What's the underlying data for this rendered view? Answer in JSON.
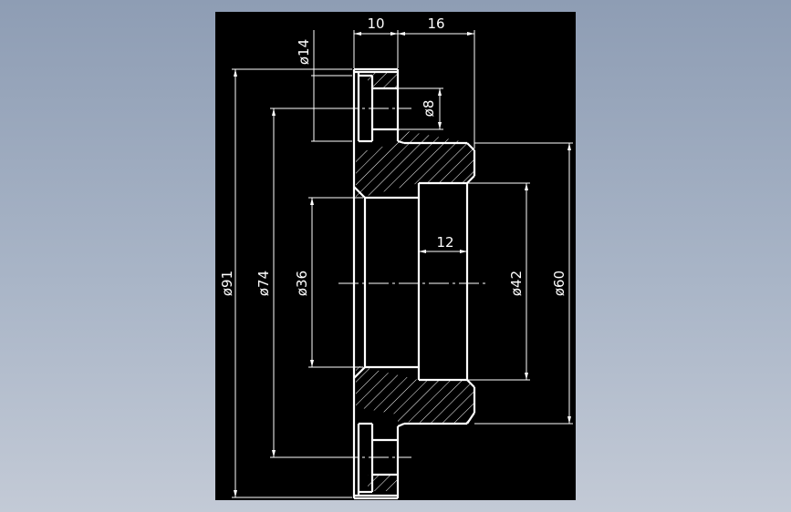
{
  "colors": {
    "background": "#8e9db4",
    "viewport": "#000000",
    "outline": "#ffffff",
    "hatch": "#ffffff",
    "dimension": "#ffffff"
  },
  "dimensions": {
    "width_10": "10",
    "width_16": "16",
    "dia_14": "ø14",
    "dia_8": "ø8",
    "depth_12": "12",
    "dia_91": "ø91",
    "dia_74": "ø74",
    "dia_36": "ø36",
    "dia_42": "ø42",
    "dia_60": "ø60"
  }
}
